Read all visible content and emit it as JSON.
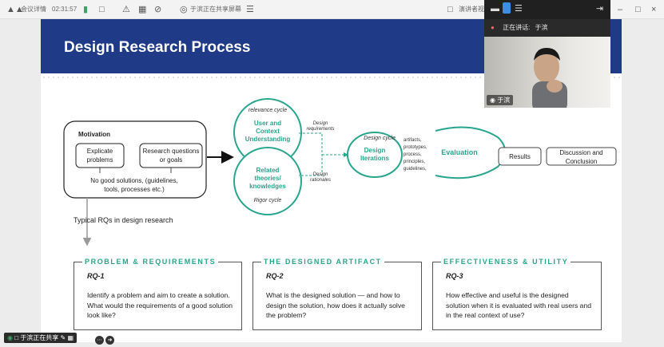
{
  "topbar": {
    "meeting_details": "会议详情",
    "elapsed_time": "02:31:57",
    "sharing_status": "于滨正在共享屏幕",
    "speaker_view": "演讲者视"
  },
  "slide": {
    "title": "Design Research Process",
    "motivation": {
      "label": "Motivation",
      "box1": "Explicate problems",
      "box2": "Research questions or goals",
      "note": "No good solutions, (guidelines, tools, processes etc.)"
    },
    "relevance_cycle": "relevance cycle",
    "rigor_cycle": "Rigor cycle",
    "circle_top": "User and Context Understanding",
    "circle_bottom": "Related theories/ knowledges",
    "design_requirements": "Design requirements",
    "design_rationales": "Design rationales",
    "design_cycle": "Design cycle",
    "design_iterations": "Design Iterations",
    "outputs": "artifacts, prototypes, process, principles, guidelines,",
    "evaluation": "Evaluation",
    "results": "Results",
    "discussion": "Discussion and Conclusion",
    "typical_rqs": "Typical RQs in design research",
    "rq_boxes": [
      {
        "title": "PROBLEM & REQUIREMENTS",
        "num": "RQ-1",
        "text": "Identify a problem and aim to create a solution.  What would the requirements of a good solution look like?"
      },
      {
        "title": "THE DESIGNED ARTIFACT",
        "num": "RQ-2",
        "text": "What is the designed solution — and how to design the solution, how does it actually solve the problem?"
      },
      {
        "title": "EFFECTIVENESS & UTILITY",
        "num": "RQ-3",
        "text": "How effective and useful is the designed solution when it is evaluated with real users and in the real context of use?"
      }
    ]
  },
  "video": {
    "speaking_label": "正在讲话:",
    "speaker": "于滨",
    "participant_name": "于滨"
  },
  "share_badge": "于滨正在共享",
  "colors": {
    "header_blue": "#1f3a86",
    "accent_teal": "#2aa58d"
  }
}
